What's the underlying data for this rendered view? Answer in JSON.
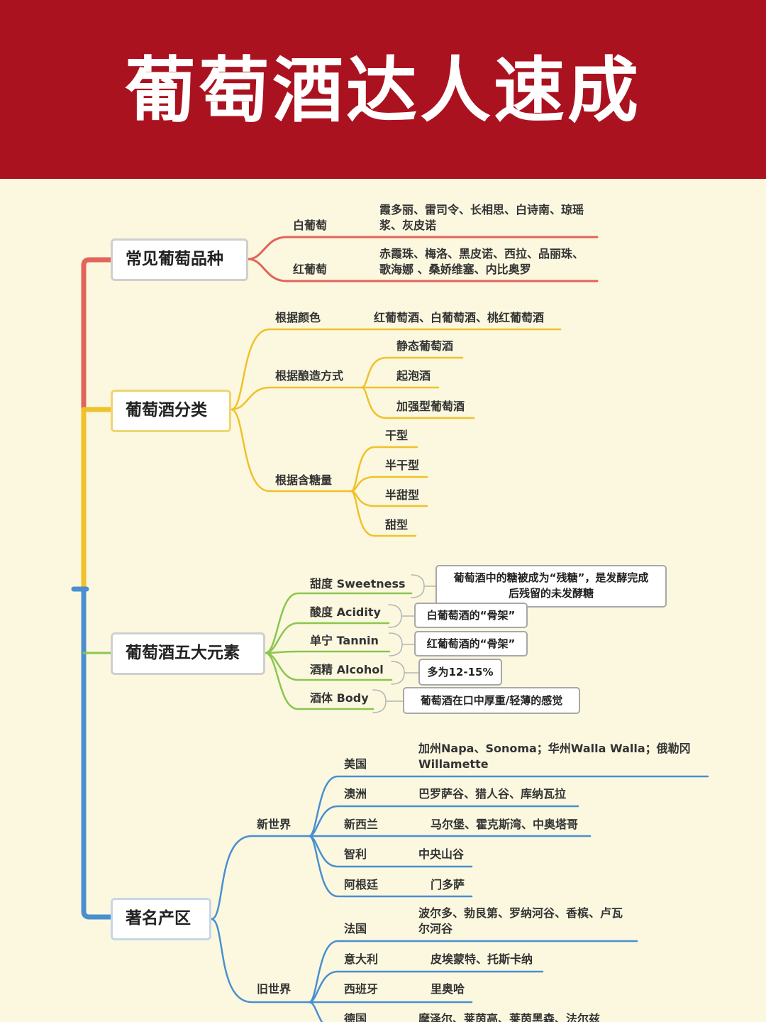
{
  "title": "葡萄酒达人速成",
  "colors": {
    "header": "#ab1220",
    "background": "#fbf8df",
    "varieties": "#e2645a",
    "classification": "#efc12b",
    "elements": "#8ac650",
    "regions": "#4a8fd0"
  },
  "varieties": {
    "title": "常见葡萄品种",
    "white": {
      "label": "白葡萄",
      "line1": "霞多丽、雷司令、长相思、白诗南、琼瑶",
      "line2": "浆、灰皮诺"
    },
    "red": {
      "label": "红葡萄",
      "line1": "赤霞珠、梅洛、黑皮诺、西拉、品丽珠、",
      "line2": "歌海娜 、桑娇维塞、内比奥罗"
    }
  },
  "classification": {
    "title": "葡萄酒分类",
    "by_color": {
      "label": "根据颜色",
      "value": "红葡萄酒、白葡萄酒、桃红葡萄酒"
    },
    "by_method": {
      "label": "根据酿造方式",
      "items": [
        "静态葡萄酒",
        "起泡酒",
        "加强型葡萄酒"
      ]
    },
    "by_sugar": {
      "label": "根据含糖量",
      "items": [
        "干型",
        "半干型",
        "半甜型",
        "甜型"
      ]
    }
  },
  "elements": {
    "title": "葡萄酒五大元素",
    "items": [
      {
        "label": "甜度 Sweetness",
        "note1": "葡萄酒中的糖被成为“残糖”，是发酵完成",
        "note2": "后残留的未发酵糖"
      },
      {
        "label": "酸度 Acidity",
        "note1": "白葡萄酒的“骨架”"
      },
      {
        "label": "单宁 Tannin",
        "note1": "红葡萄酒的“骨架”"
      },
      {
        "label": "酒精 Alcohol",
        "note1": "多为12-15%"
      },
      {
        "label": "酒体 Body",
        "note1": "葡萄酒在口中厚重/轻薄的感觉"
      }
    ]
  },
  "regions": {
    "title": "著名产区",
    "new_world": {
      "label": "新世界",
      "countries": [
        {
          "name": "美国",
          "line1": "加州Napa、Sonoma；华州Walla Walla；俄勒冈",
          "line2": "Willamette"
        },
        {
          "name": "澳洲",
          "line1": "巴罗萨谷、猎人谷、库纳瓦拉"
        },
        {
          "name": "新西兰",
          "line1": "马尔堡、霍克斯湾、中奥塔哥"
        },
        {
          "name": "智利",
          "line1": "中央山谷"
        },
        {
          "name": "阿根廷",
          "line1": "门多萨"
        }
      ]
    },
    "old_world": {
      "label": "旧世界",
      "countries": [
        {
          "name": "法国",
          "line1": "波尔多、勃艮第、罗纳河谷、香槟、卢瓦",
          "line2": "尔河谷"
        },
        {
          "name": "意大利",
          "line1": "皮埃蒙特、托斯卡纳"
        },
        {
          "name": "西班牙",
          "line1": "里奥哈"
        },
        {
          "name": "德国",
          "line1": "摩泽尔、莱茵高、莱茵黑森、法尔兹"
        }
      ]
    }
  }
}
